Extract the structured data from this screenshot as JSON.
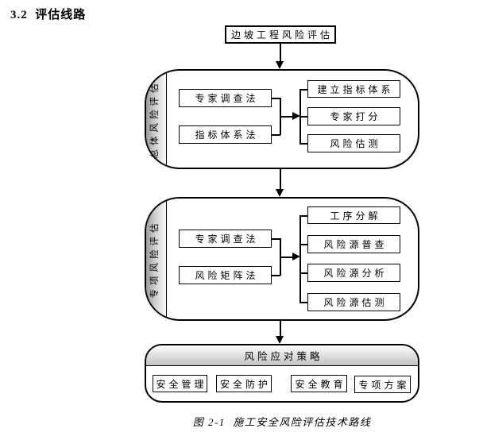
{
  "heading": "3.2  评估线路",
  "flow": {
    "root": "边坡工程风险评估",
    "stage1": {
      "label": "总体风险评估",
      "methods": [
        "专家调查法",
        "指标体系法"
      ],
      "outputs": [
        "建立指标体系",
        "专家打分",
        "风险估测"
      ]
    },
    "stage2": {
      "label": "专项风险评估",
      "methods": [
        "专家调查法",
        "风险矩阵法"
      ],
      "outputs": [
        "工序分解",
        "风险源普查",
        "风险源分析",
        "风险源估测"
      ]
    },
    "stage3": {
      "title": "风险应对策略",
      "items": [
        "安全管理",
        "安全防护",
        "安全教育",
        "专项方案"
      ]
    }
  },
  "caption": "图 2-1  施工安全风险评估技术路线",
  "colors": {
    "line": "#000000",
    "cap_gradient_dark": "#9a9a9a",
    "band_gradient_dark": "#c2c2c2",
    "background": "#ffffff"
  }
}
